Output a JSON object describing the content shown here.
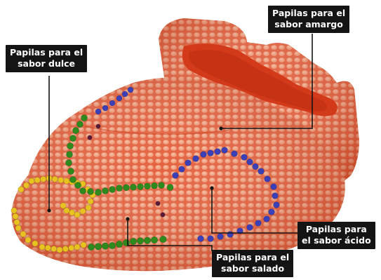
{
  "labels": {
    "amargo": {
      "line1": "Papilas para el",
      "line2": "sabor amargo"
    },
    "dulce": {
      "line1": "Papilas para el",
      "line2": "sabor dulce"
    },
    "acido": {
      "line1": "Papilas para",
      "line2": "el sabor ácido"
    },
    "salado": {
      "line1": "Papilas para el",
      "line2": "sabor salado"
    }
  },
  "colors": {
    "tongue": "#e8613f",
    "tongue_dark": "#c9431f",
    "throat": "#d9401f",
    "papilla": "#f3a07f",
    "dulce": "#e8c221",
    "salado": "#2e8a1c",
    "acido": "#3b3fb8",
    "amargo": "#5a1a3a",
    "label_bg": "#141414"
  }
}
